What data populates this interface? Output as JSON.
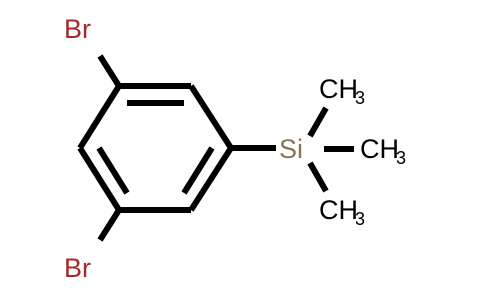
{
  "molecule": {
    "atoms": {
      "br_top": {
        "text": "Br"
      },
      "br_bottom": {
        "text": "Br"
      },
      "si": {
        "text": "Si"
      },
      "methyl_top": {
        "text": "CH",
        "subscript": "3"
      },
      "methyl_mid": {
        "text": "CH",
        "subscript": "3"
      },
      "methyl_bottom": {
        "text": "CH",
        "subscript": "3"
      }
    },
    "colors": {
      "bond": "#000000",
      "bromine": "#a52a2a",
      "silicon": "#8b7355",
      "carbon": "#000000"
    }
  }
}
